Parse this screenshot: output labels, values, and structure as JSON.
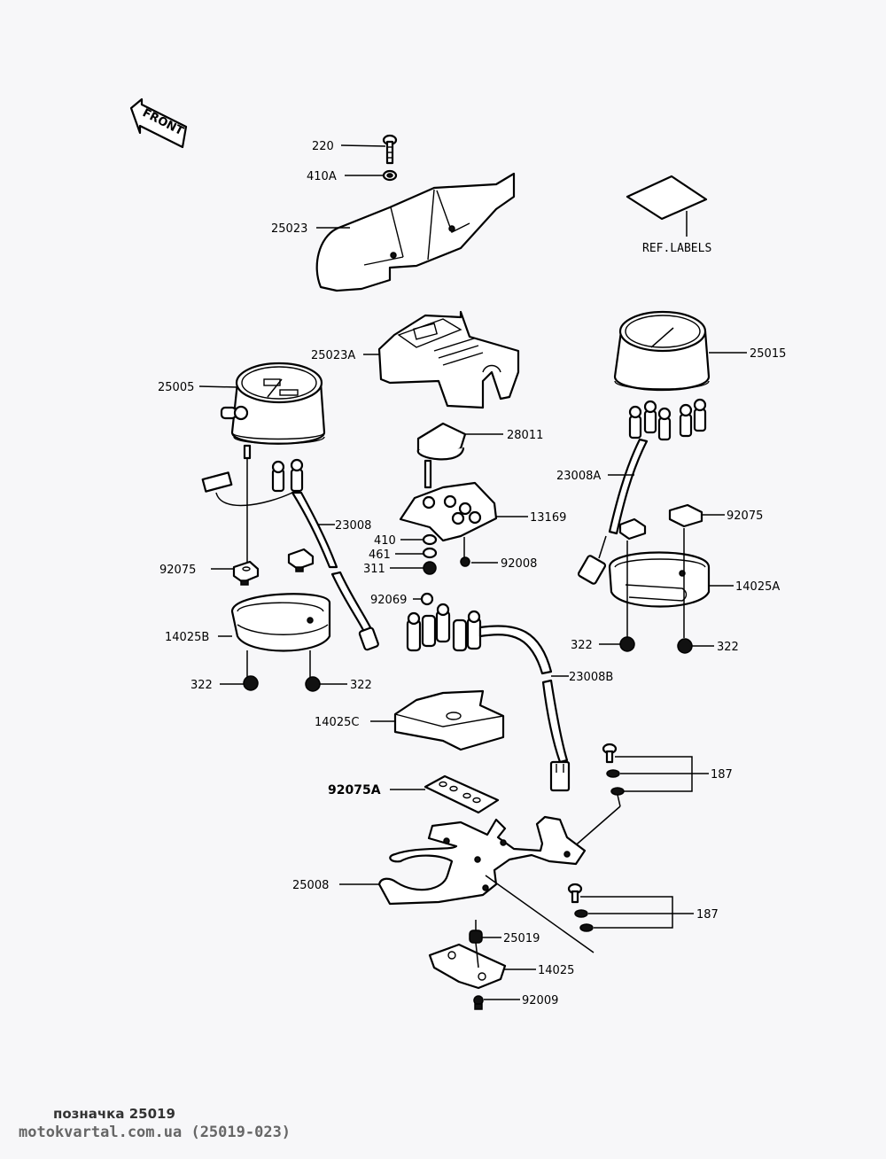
{
  "diagram": {
    "title": "Meters / Instrument Cluster parts diagram",
    "front_arrow": "FRONT",
    "ref_labels": "REF.LABELS",
    "callouts": {
      "p220": "220",
      "p410A": "410A",
      "p25023": "25023",
      "p25023A": "25023A",
      "p25005": "25005",
      "p25015": "25015",
      "p28011": "28011",
      "p13169": "13169",
      "p23008": "23008",
      "p23008A": "23008A",
      "p23008B": "23008B",
      "p410": "410",
      "p461": "461",
      "p311": "311",
      "p92008": "92008",
      "p92075_left": "92075",
      "p92075_right": "92075",
      "p92069": "92069",
      "p14025A": "14025A",
      "p14025B": "14025B",
      "p14025C": "14025C",
      "p322_a": "322",
      "p322_b": "322",
      "p322_c": "322",
      "p322_d": "322",
      "p92075A": "92075A",
      "p187_top": "187",
      "p187_bottom": "187",
      "p25008": "25008",
      "p25019": "25019",
      "p14025": "14025",
      "p92009": "92009"
    }
  },
  "footer": {
    "caption": "позначка 25019",
    "source": "motokvartal.com.ua (25019-023)"
  }
}
